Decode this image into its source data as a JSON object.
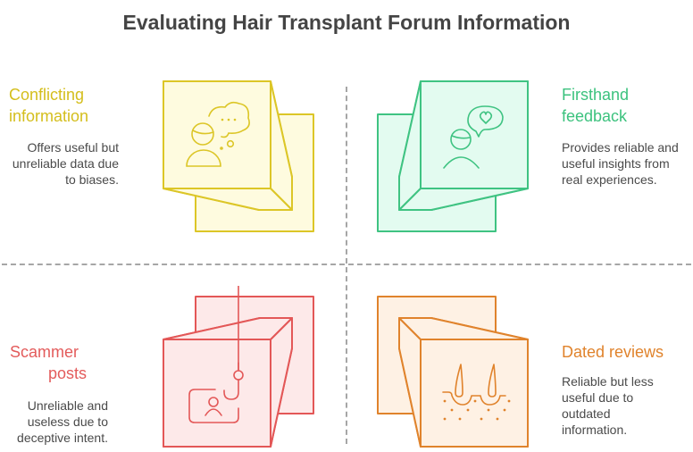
{
  "title": "Evaluating Hair Transplant Forum Information",
  "colors": {
    "title": "#444444",
    "divider": "#a6a6a6",
    "description": "#4a4a4a",
    "conflicting": {
      "stroke": "#dcc627",
      "fill": "#fefbdf",
      "text": "#d4be1c"
    },
    "firsthand": {
      "stroke": "#3fc382",
      "fill": "#e3fbf0",
      "text": "#3cc27e"
    },
    "scammer": {
      "stroke": "#e35757",
      "fill": "#fde9e9",
      "text": "#e35b5b"
    },
    "dated": {
      "stroke": "#e0832c",
      "fill": "#fef1e4",
      "text": "#e0832c"
    }
  },
  "quadrants": [
    {
      "id": "conflicting-information",
      "title_lines": [
        "Conflicting",
        "information"
      ],
      "description_lines": [
        "Offers useful but",
        "unreliable data due",
        "to biases."
      ],
      "icon": "person-thinking-bubble-icon",
      "position": "top-left"
    },
    {
      "id": "firsthand-feedback",
      "title_lines": [
        "Firsthand",
        "feedback"
      ],
      "description_lines": [
        "Provides reliable and",
        "useful insights from",
        "real experiences."
      ],
      "icon": "person-heart-speech-bubble-icon",
      "position": "top-right"
    },
    {
      "id": "scammer-posts",
      "title_lines": [
        "Scammer",
        "posts"
      ],
      "description_lines": [
        "Unreliable and",
        "useless due to",
        "deceptive intent."
      ],
      "icon": "phishing-hook-profile-icon",
      "position": "bottom-left"
    },
    {
      "id": "dated-reviews",
      "title_lines": [
        "Dated reviews"
      ],
      "description_lines": [
        "Reliable but less",
        "useful due to",
        "outdated",
        "information."
      ],
      "icon": "hair-follicle-icon",
      "position": "bottom-right"
    }
  ]
}
